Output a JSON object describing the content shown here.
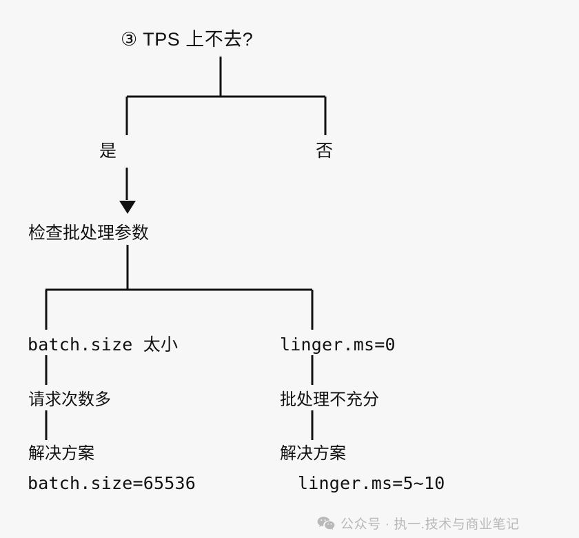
{
  "diagram": {
    "title": "③ TPS 上不去?",
    "background_color": "#f7f7f7",
    "line_color": "#111111",
    "text_color": "#111111",
    "branches": {
      "yes_label": "是",
      "no_label": "否"
    },
    "decision_step": "检查批处理参数",
    "columns": [
      {
        "cause": "batch.size 太小",
        "effect": "请求次数多",
        "solution_label": "解决方案",
        "solution_value": "batch.size=65536"
      },
      {
        "cause": "linger.ms=0",
        "effect": "批处理不充分",
        "solution_label": "解决方案",
        "solution_value": "linger.ms=5~10"
      }
    ]
  },
  "watermark": {
    "icon": "wechat-icon",
    "text": "公众号 · 执一.技术与商业笔记",
    "color": "#b9b9b9"
  }
}
